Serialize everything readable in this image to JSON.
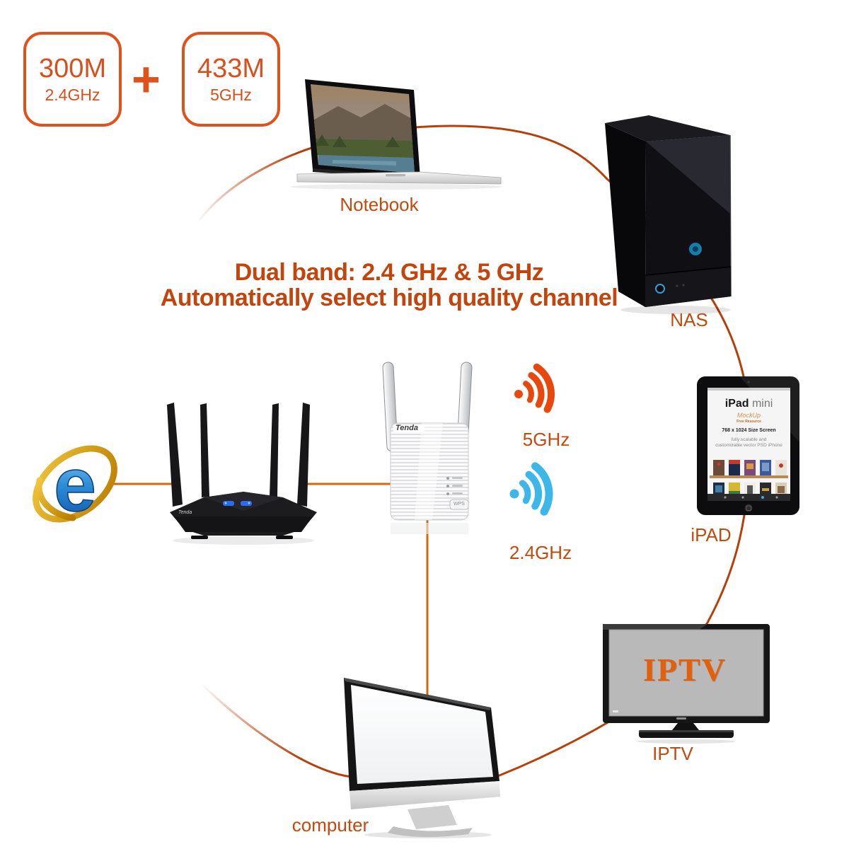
{
  "badges": {
    "left": {
      "speed": "300M",
      "band": "2.4GHz"
    },
    "plus": "+",
    "right": {
      "speed": "433M",
      "band": "5GHz"
    }
  },
  "headline": {
    "line1": "Dual band: 2.4 GHz & 5 GHz",
    "line2": "Automatically select high quality channel"
  },
  "labels": {
    "notebook": "Notebook",
    "nas": "NAS",
    "wifi_5ghz": "5GHz",
    "wifi_24ghz": "2.4GHz",
    "ipad": "iPAD",
    "iptv": "IPTV",
    "computer": "computer"
  },
  "devices": {
    "router": {
      "brand": "Tenda"
    },
    "extender": {
      "brand": "Tenda",
      "wps": "WPS"
    },
    "iptv": {
      "screen_text": "IPTV"
    },
    "ipad": {
      "title_bold": "iPad",
      "title_light": " mini",
      "subtitle": "MockUp",
      "credit": "Free Resource",
      "size": "768 x 1024 Size Screen",
      "desc1": "fully scalable and",
      "desc2": "customizable vector PSD iPhone"
    }
  },
  "colors": {
    "accent_text": "#C34A0E",
    "badge_orange": "#E0521C",
    "straight_line": "#D2690F",
    "arc_line": "#B5400A",
    "wifi_5ghz_icon": "#E8480D",
    "wifi_24ghz_icon": "#3CB7E8",
    "led_blue": "#2da0d8"
  }
}
